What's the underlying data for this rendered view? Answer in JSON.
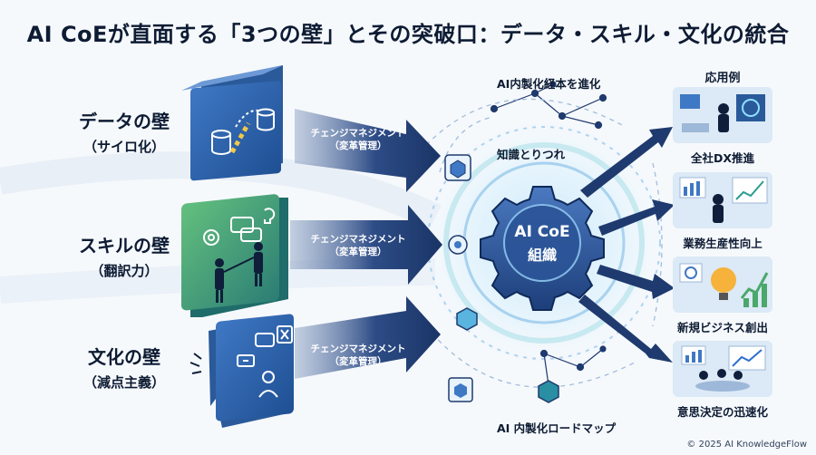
{
  "title": "AI CoEが直面する「3つの壁」とその突破口：データ・スキル・文化の統合",
  "walls": [
    {
      "name": "データの壁",
      "sub": "（サイロ化）",
      "arrow_line1": "チェンジマネジメント",
      "arrow_line2": "（変革管理）"
    },
    {
      "name": "スキルの壁",
      "sub": "（翻訳力）",
      "arrow_line1": "チェンジマネジメント",
      "arrow_line2": "（変革管理）"
    },
    {
      "name": "文化の壁",
      "sub": "（減点主義）",
      "arrow_line1": "チェンジマネジメント",
      "arrow_line2": "（変革管理）"
    }
  ],
  "hub": {
    "line1": "AI CoE",
    "line2": "組織"
  },
  "flow_labels": {
    "top": "AI内製化経本を進化",
    "knowledge": "知識とりつれ",
    "bottom": "AI 内製化ロードマップ"
  },
  "applications": {
    "heading": "応用例",
    "items": [
      "全社DX推進",
      "業務生産性向上",
      "新規ビジネス創出",
      "意思決定の迅速化"
    ]
  },
  "credit": "© 2025 AI KnowledgeFlow",
  "colors": {
    "navy": "#1f3a6e",
    "teal": "#2a9d8f",
    "green": "#4aa86a",
    "accent": "#2e6fd1"
  }
}
